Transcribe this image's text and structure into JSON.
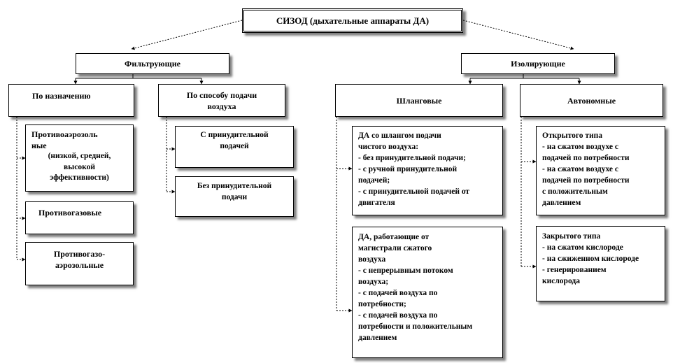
{
  "root": "СИЗОД (дыхательные аппараты ДА)",
  "level1": {
    "left": "Фильтрующие",
    "right": "Изолирующие"
  },
  "level2": {
    "purpose": "По назначению",
    "air_supply": [
      "По способу подачи",
      "воздуха"
    ],
    "hose": "Шланговые",
    "autonomous": "Автономные"
  },
  "purpose_items": {
    "aerosol": {
      "title_lines": [
        "Противоаэрозоль",
        "ные"
      ],
      "detail_lines": [
        "(низкой, средней,",
        "высокой",
        "эффективности)"
      ]
    },
    "gas": "Противогазовые",
    "gas_aerosol": [
      "Противогазо-",
      "аэрозольные"
    ]
  },
  "air_supply_items": {
    "forced": [
      "С принудительной",
      "подачей"
    ],
    "unforced": [
      "Без принудительной",
      "подачи"
    ]
  },
  "hose_items": {
    "clean_air": {
      "title_lines": [
        "ДА со шлангом подачи",
        "чистого воздуха:"
      ],
      "lines": [
        "- без принудительной подачи;",
        "- с ручной принудительной",
        "подачей;",
        "- с принудительной подачей от",
        "двигателя"
      ]
    },
    "compressed": {
      "title_lines": [
        "ДА, работающие от",
        "магистрали сжатого",
        "воздуха"
      ],
      "lines": [
        "- с непрерывным потоком",
        "воздуха;",
        "- с подачей воздуха по",
        "потребности;",
        "- с подачей воздуха по",
        "потребности и положительным",
        "давлением"
      ]
    }
  },
  "autonomous_items": {
    "open": {
      "title": "Открытого типа",
      "lines": [
        "- на сжатом воздухе с",
        "подачей по потребности",
        "- на сжатом воздухе с",
        "подачей по потребности",
        "с положительным",
        "давлением"
      ]
    },
    "closed": {
      "title": "Закрытого типа",
      "lines": [
        "- на сжатом кислороде",
        "- на сжиженном кислороде",
        "- генерированием",
        "кислорода"
      ]
    }
  }
}
